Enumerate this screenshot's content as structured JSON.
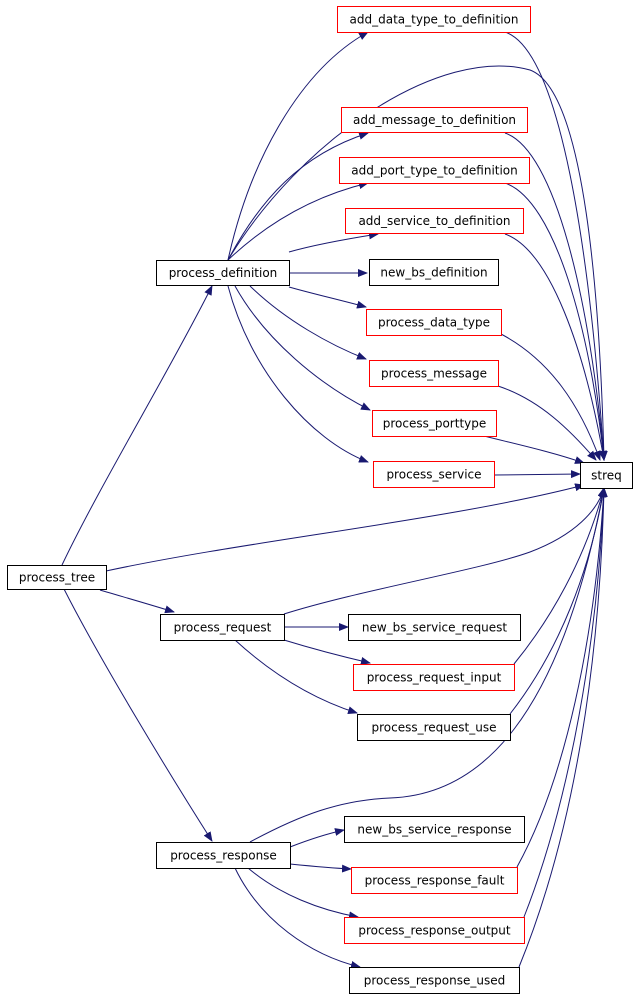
{
  "graph": {
    "nodes": {
      "process_tree": {
        "label": "process_tree",
        "kind": "root"
      },
      "process_definition": {
        "label": "process_definition",
        "kind": "plain"
      },
      "process_request": {
        "label": "process_request",
        "kind": "plain"
      },
      "process_response": {
        "label": "process_response",
        "kind": "plain"
      },
      "add_data_type_to_definition": {
        "label": "add_data_type_to_definition",
        "kind": "linked"
      },
      "add_message_to_definition": {
        "label": "add_message_to_definition",
        "kind": "linked"
      },
      "add_port_type_to_definition": {
        "label": "add_port_type_to_definition",
        "kind": "linked"
      },
      "add_service_to_definition": {
        "label": "add_service_to_definition",
        "kind": "linked"
      },
      "new_bs_definition": {
        "label": "new_bs_definition",
        "kind": "plain"
      },
      "process_data_type": {
        "label": "process_data_type",
        "kind": "linked"
      },
      "process_message": {
        "label": "process_message",
        "kind": "linked"
      },
      "process_porttype": {
        "label": "process_porttype",
        "kind": "linked"
      },
      "process_service": {
        "label": "process_service",
        "kind": "linked"
      },
      "streq": {
        "label": "streq",
        "kind": "plain"
      },
      "new_bs_service_request": {
        "label": "new_bs_service_request",
        "kind": "plain"
      },
      "process_request_input": {
        "label": "process_request_input",
        "kind": "linked"
      },
      "process_request_use": {
        "label": "process_request_use",
        "kind": "plain"
      },
      "new_bs_service_response": {
        "label": "new_bs_service_response",
        "kind": "plain"
      },
      "process_response_fault": {
        "label": "process_response_fault",
        "kind": "linked"
      },
      "process_response_output": {
        "label": "process_response_output",
        "kind": "linked"
      },
      "process_response_used": {
        "label": "process_response_used",
        "kind": "plain"
      }
    },
    "edges": [
      [
        "process_tree",
        "process_definition"
      ],
      [
        "process_tree",
        "process_request"
      ],
      [
        "process_tree",
        "process_response"
      ],
      [
        "process_tree",
        "streq"
      ],
      [
        "process_definition",
        "add_data_type_to_definition"
      ],
      [
        "process_definition",
        "add_message_to_definition"
      ],
      [
        "process_definition",
        "add_port_type_to_definition"
      ],
      [
        "process_definition",
        "add_service_to_definition"
      ],
      [
        "process_definition",
        "new_bs_definition"
      ],
      [
        "process_definition",
        "process_data_type"
      ],
      [
        "process_definition",
        "process_message"
      ],
      [
        "process_definition",
        "process_porttype"
      ],
      [
        "process_definition",
        "process_service"
      ],
      [
        "process_definition",
        "streq"
      ],
      [
        "add_data_type_to_definition",
        "streq"
      ],
      [
        "add_message_to_definition",
        "streq"
      ],
      [
        "add_port_type_to_definition",
        "streq"
      ],
      [
        "add_service_to_definition",
        "streq"
      ],
      [
        "process_data_type",
        "streq"
      ],
      [
        "process_message",
        "streq"
      ],
      [
        "process_porttype",
        "streq"
      ],
      [
        "process_service",
        "streq"
      ],
      [
        "process_request",
        "new_bs_service_request"
      ],
      [
        "process_request",
        "process_request_input"
      ],
      [
        "process_request",
        "process_request_use"
      ],
      [
        "process_request",
        "streq"
      ],
      [
        "process_request_input",
        "streq"
      ],
      [
        "process_request_use",
        "streq"
      ],
      [
        "process_response",
        "new_bs_service_response"
      ],
      [
        "process_response",
        "process_response_fault"
      ],
      [
        "process_response",
        "process_response_output"
      ],
      [
        "process_response",
        "process_response_used"
      ],
      [
        "process_response",
        "streq"
      ],
      [
        "process_response_fault",
        "streq"
      ],
      [
        "process_response_output",
        "streq"
      ],
      [
        "process_response_used",
        "streq"
      ]
    ],
    "colors": {
      "edge": "#191970",
      "linked_border": "#ff0000",
      "plain_border": "#000000",
      "root_fill": "#bfbfbf"
    }
  }
}
